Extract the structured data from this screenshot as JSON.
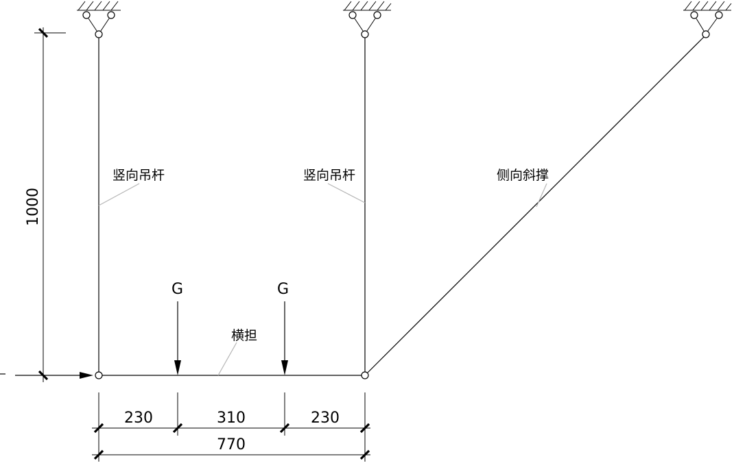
{
  "labels": {
    "vertical_rod_left": "竖向吊杆",
    "vertical_rod_right": "竖向吊杆",
    "diagonal_brace": "侧向斜撑",
    "crossarm": "横担",
    "load_left": "G",
    "load_right": "G"
  },
  "dimensions": {
    "height": "1000",
    "seg_left": "230",
    "seg_mid": "310",
    "seg_right": "230",
    "total": "770"
  },
  "colors": {
    "line": "#000000",
    "leader": "#b5b5b5",
    "background": "#ffffff"
  }
}
